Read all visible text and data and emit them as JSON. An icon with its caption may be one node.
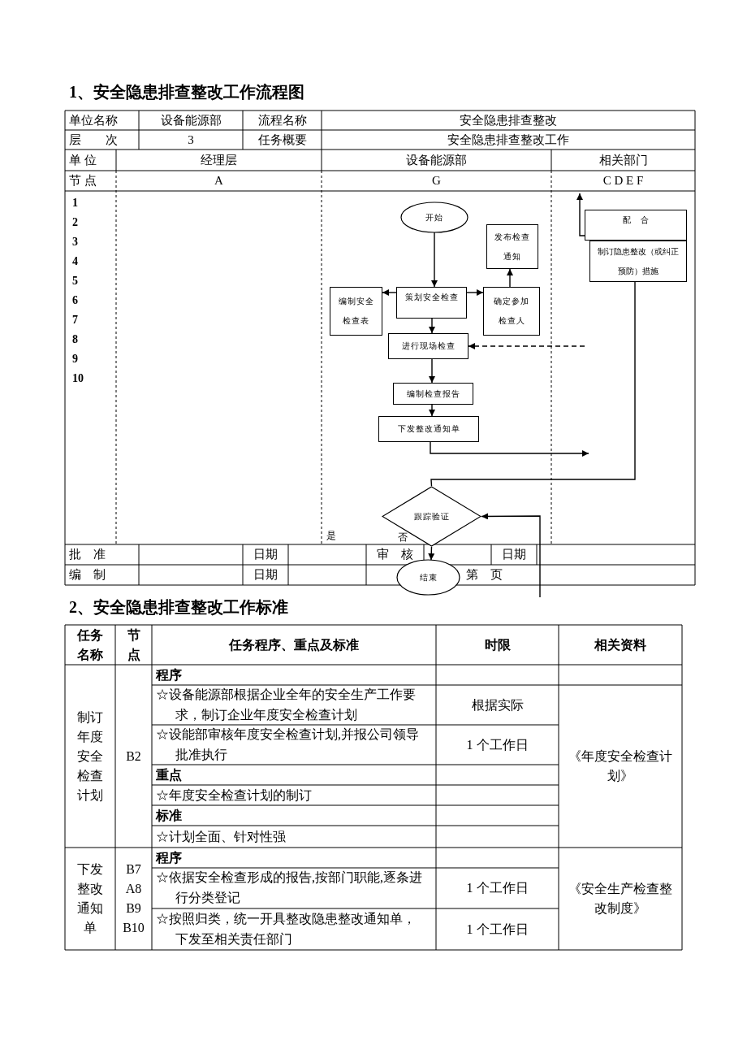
{
  "diagram": {
    "title": "1、安全隐患排查整改工作流程图",
    "nodes": [
      {
        "text": [
          "开始"
        ]
      },
      {
        "text": [
          "发布检查通知"
        ]
      },
      {
        "text": [
          "编制安全检查表"
        ]
      },
      {
        "text": [
          "策划安全检查"
        ]
      },
      {
        "text": [
          "确定参加检查人"
        ]
      },
      {
        "text": [
          "进行现场检查"
        ]
      },
      {
        "text": [
          "编制检查报告"
        ]
      },
      {
        "text": [
          "下发整改通知单"
        ]
      },
      {
        "text": [
          "跟踪验证"
        ]
      },
      {
        "text": [
          "结束"
        ]
      },
      {
        "text": [
          "配　合"
        ]
      },
      {
        "text": [
          "制订隐患整改（或纠正预防）措施"
        ]
      }
    ],
    "edges": [
      {
        "from": 0,
        "to": 3,
        "arrow": "to"
      },
      {
        "from": 3,
        "to": 2,
        "arrow": "to"
      },
      {
        "from": 3,
        "to": 4,
        "arrow": "to"
      },
      {
        "from": 4,
        "to": 1,
        "arrow": "to"
      },
      {
        "from": 3,
        "to": 5,
        "arrow": "to"
      },
      {
        "from": 5,
        "to": 6,
        "arrow": "to"
      },
      {
        "from": 6,
        "to": 7,
        "arrow": "to"
      },
      {
        "from": 7,
        "to": null,
        "arrow": "to"
      },
      {
        "from": null,
        "to": 5,
        "arrow": "to",
        "style": "dashed"
      },
      {
        "from": 11,
        "to": 8,
        "arrow": "none"
      },
      {
        "from": null,
        "to": 8,
        "arrow": "to"
      },
      {
        "from": 8,
        "to": 9,
        "arrow": "to"
      },
      {
        "from": 10,
        "to": null,
        "arrow": "to"
      }
    ],
    "labels": [
      "单位名称",
      "设备能源部",
      "流程名称",
      "安全隐患排查整改",
      "层　　次",
      "3",
      "任务概要",
      "安全隐患排查整改工作",
      "单 位",
      "经理层",
      "设备能源部",
      "相关部门",
      "节 点",
      "A",
      "G",
      "C D E F",
      "1",
      "2",
      "3",
      "4",
      "5",
      "6",
      "7",
      "8",
      "9",
      "10",
      "是",
      "否",
      "批　准",
      "日期",
      "审　核",
      "日期",
      "编　制",
      "日期",
      "第　页",
      "2、安全隐患排查整改工作标准",
      "任务名称",
      "节点",
      "任务程序、重点及标准",
      "时限",
      "相关资料",
      "制订年度安全检查计划",
      "B2",
      "程序",
      "☆设备能源部根据企业全年的安全生产工作要求，制订企业年度安全检查计划",
      "根据实际",
      "☆设能部审核年度安全检查计划,并报公司领导批准执行",
      "1 个工作日",
      "《年度安全检查计划》",
      "重点",
      "☆年度安全检查计划的制订",
      "标准",
      "☆计划全面、针对性强",
      "下发整改通知单",
      "B7 A8 B9 B10",
      "程序",
      "☆依据安全检查形成的报告,按部门职能,逐条进行分类登记",
      "1 个工作日",
      "☆按照归类，统一开具整改隐患整改通知单，下发至相关责任部门",
      "1 个工作日",
      "《安全生产检查整改制度》"
    ]
  }
}
